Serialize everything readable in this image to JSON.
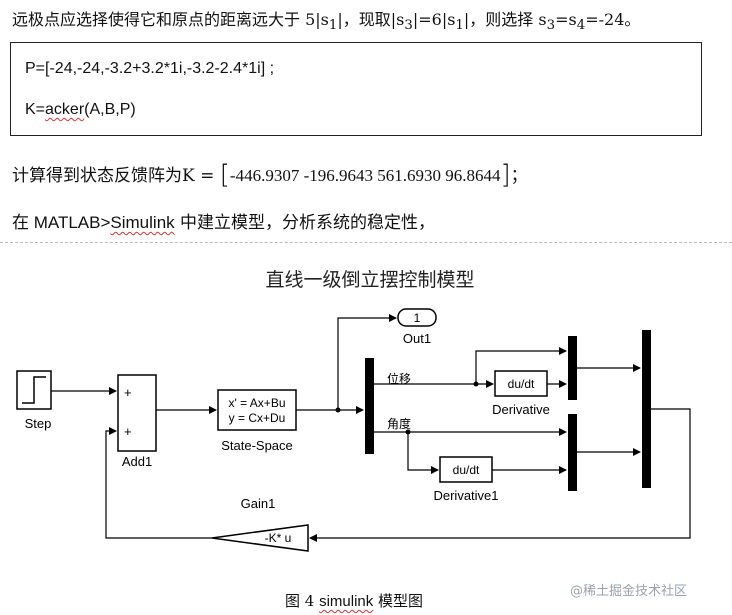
{
  "paragraph1": {
    "text_a": "远极点应选择使得它和原点的距离远大于 5|s",
    "sub1a": "1",
    "text_b": "|，现取|s",
    "sub3": "3",
    "text_c": "|=6|s",
    "sub1b": "1",
    "text_d": "|，则选择 s",
    "sub3b": "3",
    "text_e": "=s",
    "sub4": "4",
    "text_f": "=-24。"
  },
  "code": {
    "line1": "P=[-24,-24,-3.2+3.2*1i,-3.2-2.4*1i] ;",
    "line2_prefix": "K=",
    "line2_func": "acker",
    "line2_suffix": "(A,B,P)"
  },
  "paragraph2": {
    "prefix": "计算得到状态反馈阵为K ",
    "eq": "=",
    "values": "-446.9307 -196.9643  561.6930   96.8644",
    "suffix": "；"
  },
  "paragraph3": {
    "prefix": "在 MATLAB>",
    "simulink": "Simulink",
    "suffix": " 中建立模型，分析系统的稳定性，"
  },
  "diagram": {
    "title": "直线一级倒立摆控制模型",
    "step_label": "Step",
    "add_label": "Add1",
    "add_plus1": "+",
    "add_plus2": "+",
    "ss_line1": "x' = Ax+Bu",
    "ss_line2": " y = Cx+Du",
    "ss_label": "State-Space",
    "out_value": "1",
    "out_label": "Out1",
    "signal_disp": "位移",
    "signal_angle": "角度",
    "deriv_text": "du/dt",
    "deriv1_label": "Derivative",
    "deriv2_text": "du/dt",
    "deriv2_label": "Derivative1",
    "gain_text": "-K* u",
    "gain_label": "Gain1"
  },
  "caption": {
    "prefix": "图 4 ",
    "word": "simulink",
    "suffix": " 模型图"
  },
  "watermark": "@稀土掘金技术社区"
}
